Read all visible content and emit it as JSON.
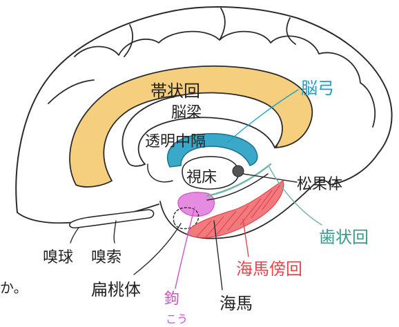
{
  "labels": {
    "cingulate_gyrus": "帯状回",
    "corpus_callosum": "脳梁",
    "septum_pellucidum": "透明中隔",
    "fornix": "脳弓",
    "thalamus": "視床",
    "pineal_body": "松果体",
    "dentate_gyrus": "歯状回",
    "parahippocampal_gyrus": "海馬傍回",
    "hippocampus": "海馬",
    "uncus_kanji": "鉤",
    "uncus_kana": "こう",
    "amygdala": "扁桃体",
    "olfactory_bulb": "嗅球",
    "olfactory_tract": "嗅索",
    "edge_text": "か。"
  },
  "colors": {
    "outline": "#2a2a2a",
    "cingulate_fill": "#f6cf7e",
    "fornix_fill": "#3aa8c8",
    "fornix_label": "#1aa0c8",
    "dentate_line": "#6fb5a3",
    "dentate_label": "#3a9a8c",
    "parahippocampal": "#e8454d",
    "uncus": "#d54fc8",
    "label_text": "#222222"
  }
}
